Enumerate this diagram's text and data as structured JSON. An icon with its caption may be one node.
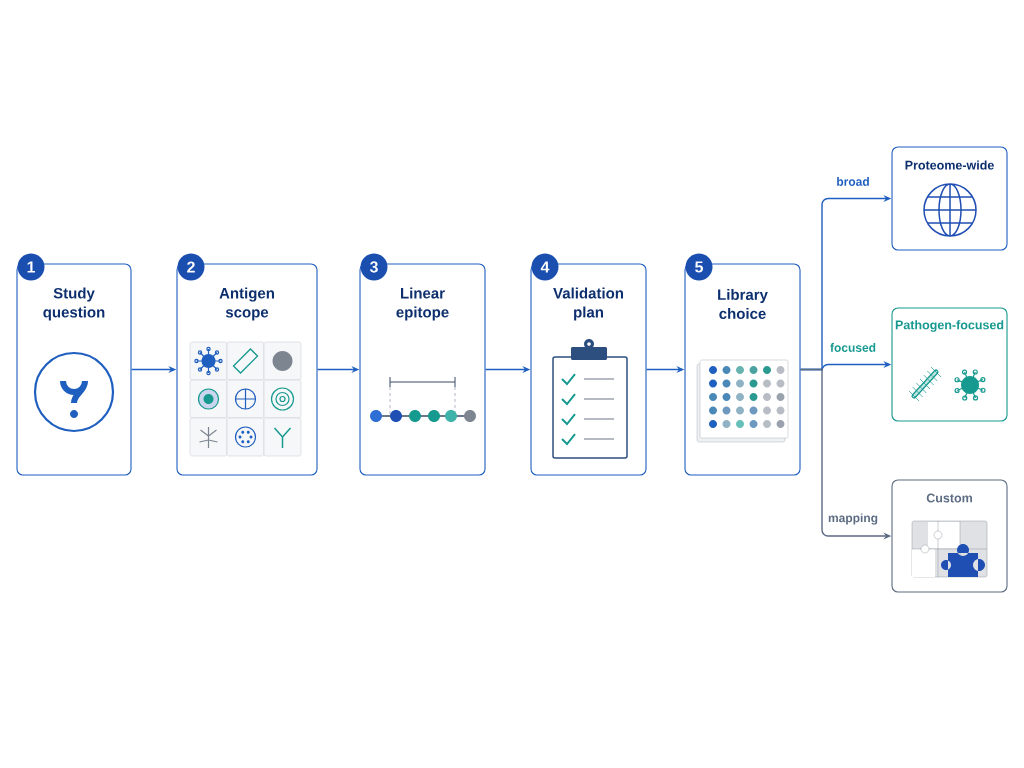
{
  "diagram": {
    "nodes": [
      {
        "text": [
          "1",
          "Study question"
        ]
      },
      {
        "text": [
          "2",
          "Antigen scope"
        ]
      },
      {
        "text": [
          "3",
          "Linear epitope"
        ]
      },
      {
        "text": [
          "4",
          "Validation plan"
        ]
      },
      {
        "text": [
          "5",
          "Library choice"
        ]
      },
      {
        "text": [
          "Proteome-wide"
        ]
      },
      {
        "text": [
          "Pathogen-focused"
        ]
      },
      {
        "text": [
          "Custom"
        ]
      }
    ],
    "edges": [
      {
        "from": 0,
        "to": 1,
        "arrow": "to"
      },
      {
        "from": 1,
        "to": 2,
        "arrow": "to"
      },
      {
        "from": 2,
        "to": 3,
        "arrow": "to"
      },
      {
        "from": 3,
        "to": 4,
        "arrow": "to"
      },
      {
        "from": 4,
        "to": 5,
        "arrow": "to",
        "label": "broad"
      },
      {
        "from": 4,
        "to": 6,
        "arrow": "to",
        "label": "focused"
      },
      {
        "from": 4,
        "to": 7,
        "arrow": "to",
        "label": "mapping",
        "color": "#5b6b82"
      }
    ]
  }
}
